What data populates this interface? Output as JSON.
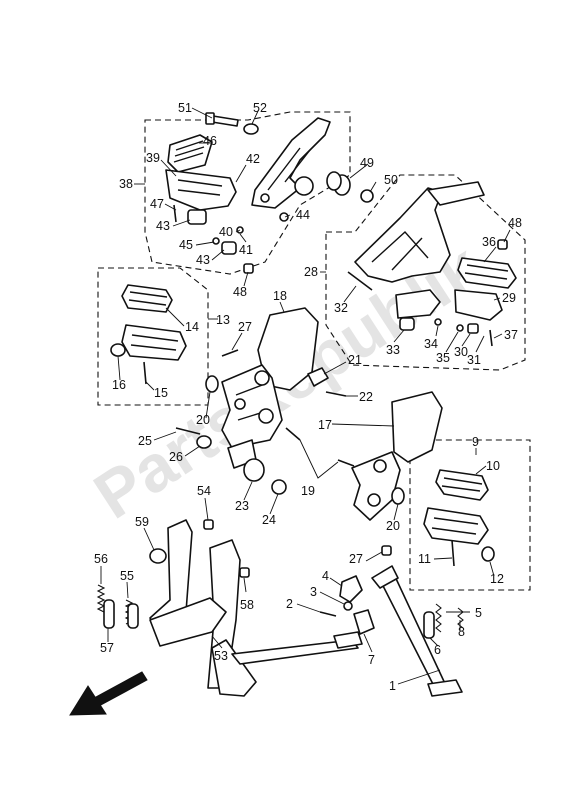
{
  "watermark": "PartsRepublik",
  "callouts": [
    {
      "id": "c51",
      "text": "51"
    },
    {
      "id": "c52",
      "text": "52"
    },
    {
      "id": "c46",
      "text": "46"
    },
    {
      "id": "c39",
      "text": "39"
    },
    {
      "id": "c42",
      "text": "42"
    },
    {
      "id": "c38",
      "text": "38"
    },
    {
      "id": "c49",
      "text": "49"
    },
    {
      "id": "c50",
      "text": "50"
    },
    {
      "id": "c47",
      "text": "47"
    },
    {
      "id": "c43a",
      "text": "43"
    },
    {
      "id": "c44",
      "text": "44"
    },
    {
      "id": "c40",
      "text": "40"
    },
    {
      "id": "c45",
      "text": "45"
    },
    {
      "id": "c41",
      "text": "41"
    },
    {
      "id": "c43b",
      "text": "43"
    },
    {
      "id": "c48a",
      "text": "48"
    },
    {
      "id": "c48b",
      "text": "48"
    },
    {
      "id": "c36",
      "text": "36"
    },
    {
      "id": "c28",
      "text": "28"
    },
    {
      "id": "c29",
      "text": "29"
    },
    {
      "id": "c32",
      "text": "32"
    },
    {
      "id": "c34",
      "text": "34"
    },
    {
      "id": "c33",
      "text": "33"
    },
    {
      "id": "c35",
      "text": "35"
    },
    {
      "id": "c30",
      "text": "30"
    },
    {
      "id": "c31",
      "text": "31"
    },
    {
      "id": "c37",
      "text": "37"
    },
    {
      "id": "c18",
      "text": "18"
    },
    {
      "id": "c14",
      "text": "14"
    },
    {
      "id": "c13",
      "text": "13"
    },
    {
      "id": "c27a",
      "text": "27"
    },
    {
      "id": "c21",
      "text": "21"
    },
    {
      "id": "c16",
      "text": "16"
    },
    {
      "id": "c15",
      "text": "15"
    },
    {
      "id": "c20a",
      "text": "20"
    },
    {
      "id": "c22",
      "text": "22"
    },
    {
      "id": "c17",
      "text": "17"
    },
    {
      "id": "c25",
      "text": "25"
    },
    {
      "id": "c26",
      "text": "26"
    },
    {
      "id": "c19",
      "text": "19"
    },
    {
      "id": "c9",
      "text": "9"
    },
    {
      "id": "c10",
      "text": "10"
    },
    {
      "id": "c23",
      "text": "23"
    },
    {
      "id": "c24",
      "text": "24"
    },
    {
      "id": "c54",
      "text": "54"
    },
    {
      "id": "c20b",
      "text": "20"
    },
    {
      "id": "c59",
      "text": "59"
    },
    {
      "id": "c11",
      "text": "11"
    },
    {
      "id": "c27b",
      "text": "27"
    },
    {
      "id": "c12",
      "text": "12"
    },
    {
      "id": "c56",
      "text": "56"
    },
    {
      "id": "c55",
      "text": "55"
    },
    {
      "id": "c4",
      "text": "4"
    },
    {
      "id": "c3",
      "text": "3"
    },
    {
      "id": "c58",
      "text": "58"
    },
    {
      "id": "c2",
      "text": "2"
    },
    {
      "id": "c5",
      "text": "5"
    },
    {
      "id": "c8",
      "text": "8"
    },
    {
      "id": "c57",
      "text": "57"
    },
    {
      "id": "c6",
      "text": "6"
    },
    {
      "id": "c7",
      "text": "7"
    },
    {
      "id": "c53",
      "text": "53"
    },
    {
      "id": "c1",
      "text": "1"
    }
  ]
}
